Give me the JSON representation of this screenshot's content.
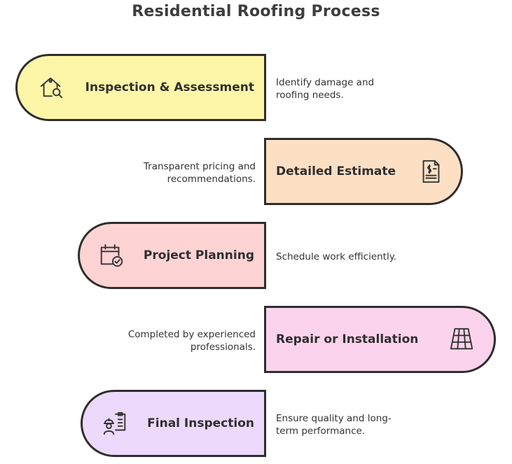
{
  "title": "Residential Roofing Process",
  "colors": {
    "step1": "#fdf6a8",
    "step2": "#fde0c4",
    "step3": "#fdd3d3",
    "step4": "#fcd3ec",
    "step5": "#ecd9fb",
    "outline": "#2e2e2e"
  },
  "steps": [
    {
      "label": "Inspection & Assessment",
      "icon": "house-search-icon",
      "desc_line1": "Identify damage and",
      "desc_line2": "roofing needs."
    },
    {
      "label": "Detailed Estimate",
      "icon": "invoice-icon",
      "desc_line1": "Transparent pricing and",
      "desc_line2": "recommendations."
    },
    {
      "label": "Project Planning",
      "icon": "calendar-check-icon",
      "desc_line1": "Schedule work efficiently.",
      "desc_line2": ""
    },
    {
      "label": "Repair or Installation",
      "icon": "roof-tiles-icon",
      "desc_line1": "Completed by experienced",
      "desc_line2": "professionals."
    },
    {
      "label": "Final Inspection",
      "icon": "worker-checklist-icon",
      "desc_line1": "Ensure quality and long-",
      "desc_line2": "term performance."
    }
  ]
}
